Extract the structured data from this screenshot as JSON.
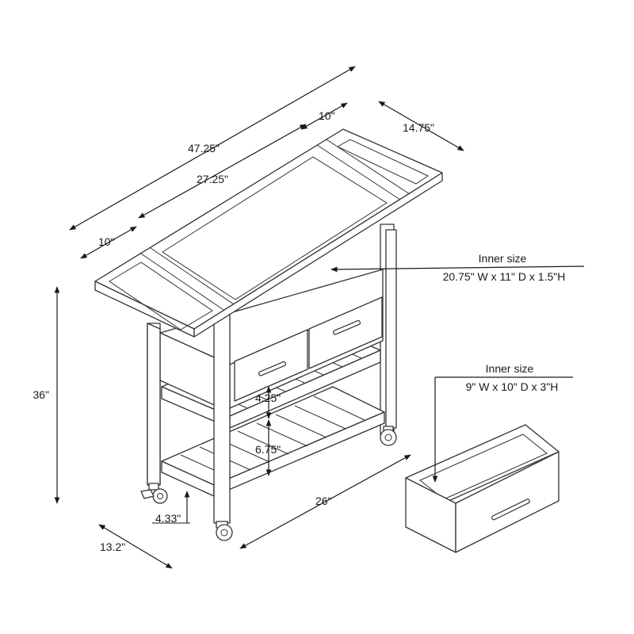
{
  "dimensions": {
    "overall_width": "47.25\"",
    "leaf_right": "10\"",
    "center_top": "27.25\"",
    "leaf_left": "10\"",
    "top_depth": "14.75\"",
    "height": "36\"",
    "shelf_gap_upper": "4.25\"",
    "shelf_gap_lower": "6.75\"",
    "caster_height": "4.33\"",
    "base_depth": "13.2\"",
    "base_width": "26\""
  },
  "callouts": {
    "main_drawer": {
      "heading": "Inner size",
      "size": "20.75\" W x 11\" D x 1.5\"H"
    },
    "small_drawer": {
      "heading": "Inner size",
      "size": "9\" W x 10\" D x 3\"H"
    }
  },
  "colors": {
    "line": "#333333",
    "text": "#1a1a1a",
    "background": "#ffffff"
  }
}
